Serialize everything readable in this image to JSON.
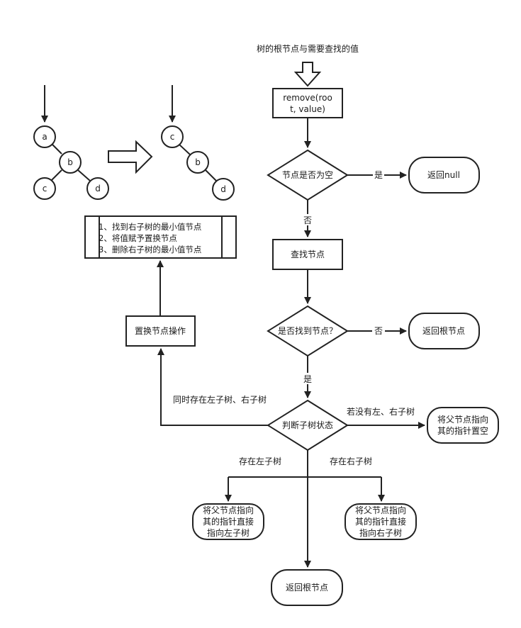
{
  "title_note": "树的根节点与需要查找的值",
  "nodes": {
    "remove": [
      "remove(roo",
      "t, value)"
    ],
    "is_empty": "节点是否为空",
    "return_null": "返回null",
    "find_node": "查找节点",
    "found": "是否找到节点？",
    "return_root_right": "返回根节点",
    "judge_subtree": "判断子树状态",
    "no_children": [
      "将父节点指向",
      "其的指针置空"
    ],
    "left_only": [
      "将父节点指向",
      "其的指针直接",
      "指向左子树"
    ],
    "right_only": [
      "将父节点指向",
      "其的指针直接",
      "指向右子树"
    ],
    "return_root_bottom": "返回根节点",
    "replace_op": "置换节点操作",
    "steps": [
      "1、找到右子树的最小值节点",
      "2、将值赋予置换节点",
      "3、删除右子树的最小值节点"
    ]
  },
  "edge_labels": {
    "yes": "是",
    "no": "否",
    "no2": "否",
    "yes2": "是",
    "both": "同时存在左子树、右子树",
    "none": "若没有左、右子树",
    "left": "存在左子树",
    "right": "存在右子树"
  },
  "tree_before": {
    "nodes": [
      "a",
      "b",
      "c",
      "d"
    ]
  },
  "tree_after": {
    "nodes": [
      "c",
      "b",
      "d"
    ]
  }
}
